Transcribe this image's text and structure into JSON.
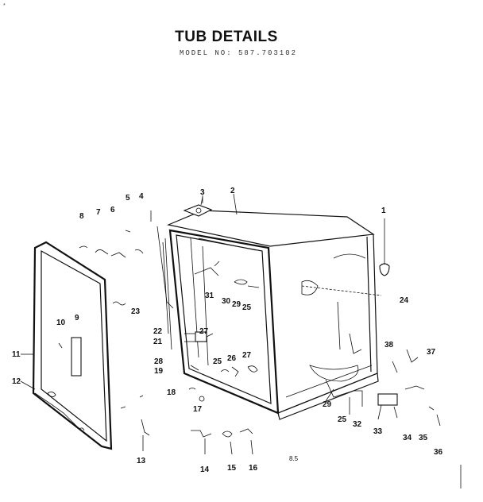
{
  "title": "TUB DETAILS",
  "model": "MODEL NO:  587.703102",
  "corner_mark": "*",
  "footnote": "8.5",
  "parts": {
    "p1": "1",
    "p2": "2",
    "p3": "3",
    "p4": "4",
    "p5": "5",
    "p6": "6",
    "p7": "7",
    "p8": "8",
    "p9": "9",
    "p10": "10",
    "p11": "11",
    "p12": "12",
    "p13": "13",
    "p14": "14",
    "p15": "15",
    "p16": "16",
    "p17": "17",
    "p18": "18",
    "p19": "19",
    "p21": "21",
    "p22": "22",
    "p23": "23",
    "p24": "24",
    "p25a": "25",
    "p25b": "25",
    "p25c": "25",
    "p26": "26",
    "p27a": "27",
    "p27b": "27",
    "p28a": "28",
    "p29a": "29",
    "p29b": "29",
    "p30": "30",
    "p31": "31",
    "p32": "32",
    "p33": "33",
    "p34": "34",
    "p35": "35",
    "p36": "36",
    "p37": "37",
    "p38": "38"
  }
}
